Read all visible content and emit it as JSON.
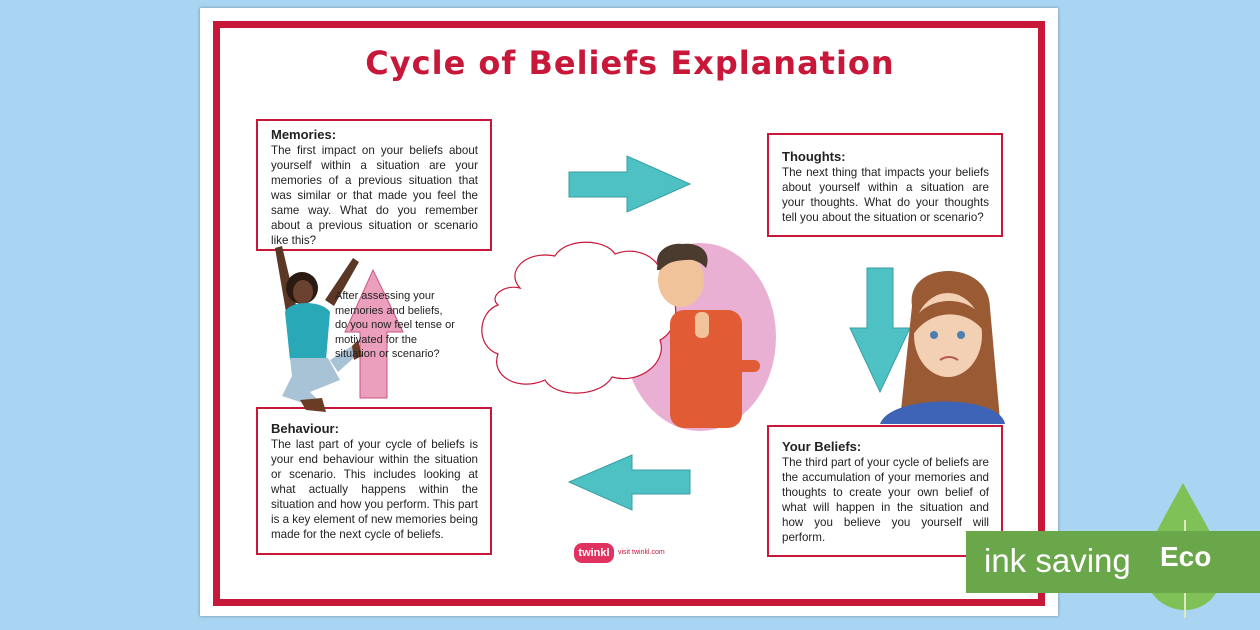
{
  "title": "Cycle of Beliefs Explanation",
  "boxes": {
    "memories": {
      "head": "Memories:",
      "body": "The first impact on your beliefs about yourself within a situation are your memories of a previous situation that was similar or that made you feel the same way. What do you remember about a previous situation or scenario like this?"
    },
    "thoughts": {
      "head": "Thoughts:",
      "body": "The next thing that impacts your beliefs about yourself within a situation are your thoughts. What do your thoughts tell you about the situation or scenario?"
    },
    "beliefs": {
      "head": "Your Beliefs:",
      "body": "The third part of your cycle of beliefs are the accumulation of your memories and thoughts to create your own belief of what will happen in the situation and how you believe you yourself will perform."
    },
    "behaviour": {
      "head": "Behaviour:",
      "body": "The last part of your cycle of beliefs is your end behaviour within the situation or scenario. This includes looking at what actually happens within the situation and how you perform. This part is a key element of new memories being made for the next cycle of beliefs."
    }
  },
  "cloud_text": "After assessing your memories and beliefs, do you now feel tense or motivated for the situation or scenario?",
  "brand": {
    "logo": "twinkl",
    "url": "visit twinkl.com"
  },
  "badge": {
    "ink_saving": "ink saving",
    "eco": "Eco"
  },
  "colors": {
    "accent": "#c8183a",
    "arrow_teal": "#4ec1c4",
    "arrow_pink": "#e4709a",
    "background": "#a9d4f2",
    "eco_green": "#6aa64a"
  }
}
